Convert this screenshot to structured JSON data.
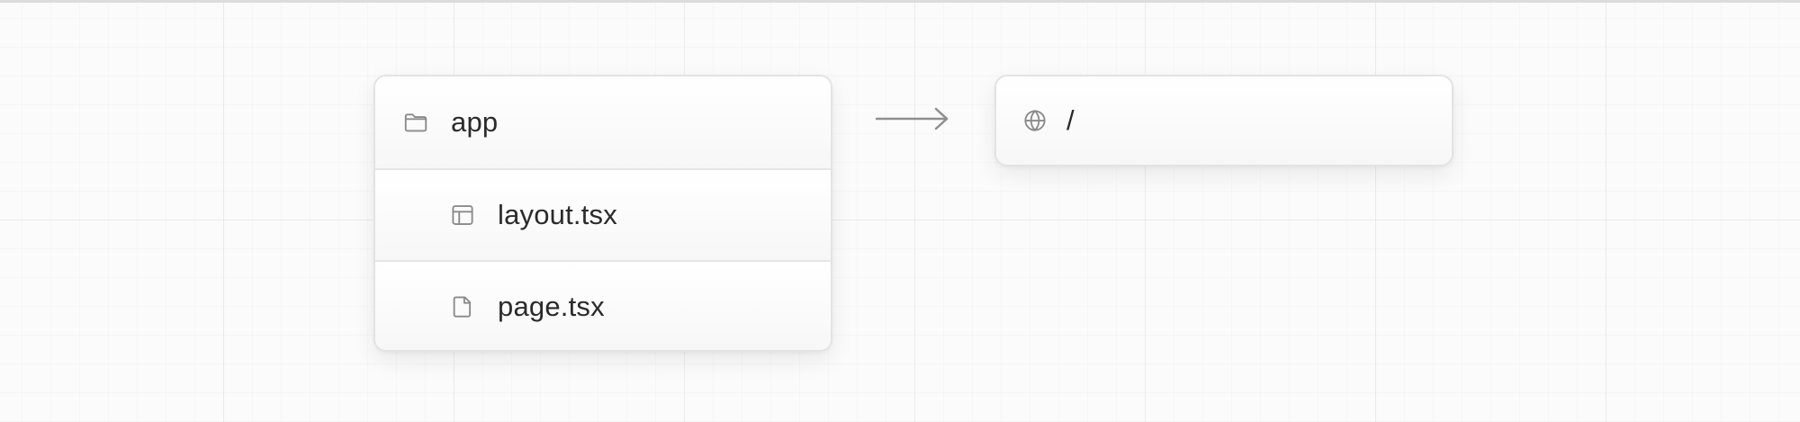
{
  "file_tree": {
    "items": [
      {
        "label": "app",
        "icon": "folder-icon",
        "depth": 0
      },
      {
        "label": "layout.tsx",
        "icon": "layout-icon",
        "depth": 1
      },
      {
        "label": "page.tsx",
        "icon": "file-icon",
        "depth": 1
      }
    ]
  },
  "arrow": {
    "icon": "arrow-right-icon"
  },
  "route": {
    "icon": "globe-icon",
    "path": "/"
  },
  "colors": {
    "background": "#fbfbfb",
    "card_border": "#e3e3e3",
    "icon_stroke": "#8a8a8a",
    "text": "#2b2b2b"
  }
}
